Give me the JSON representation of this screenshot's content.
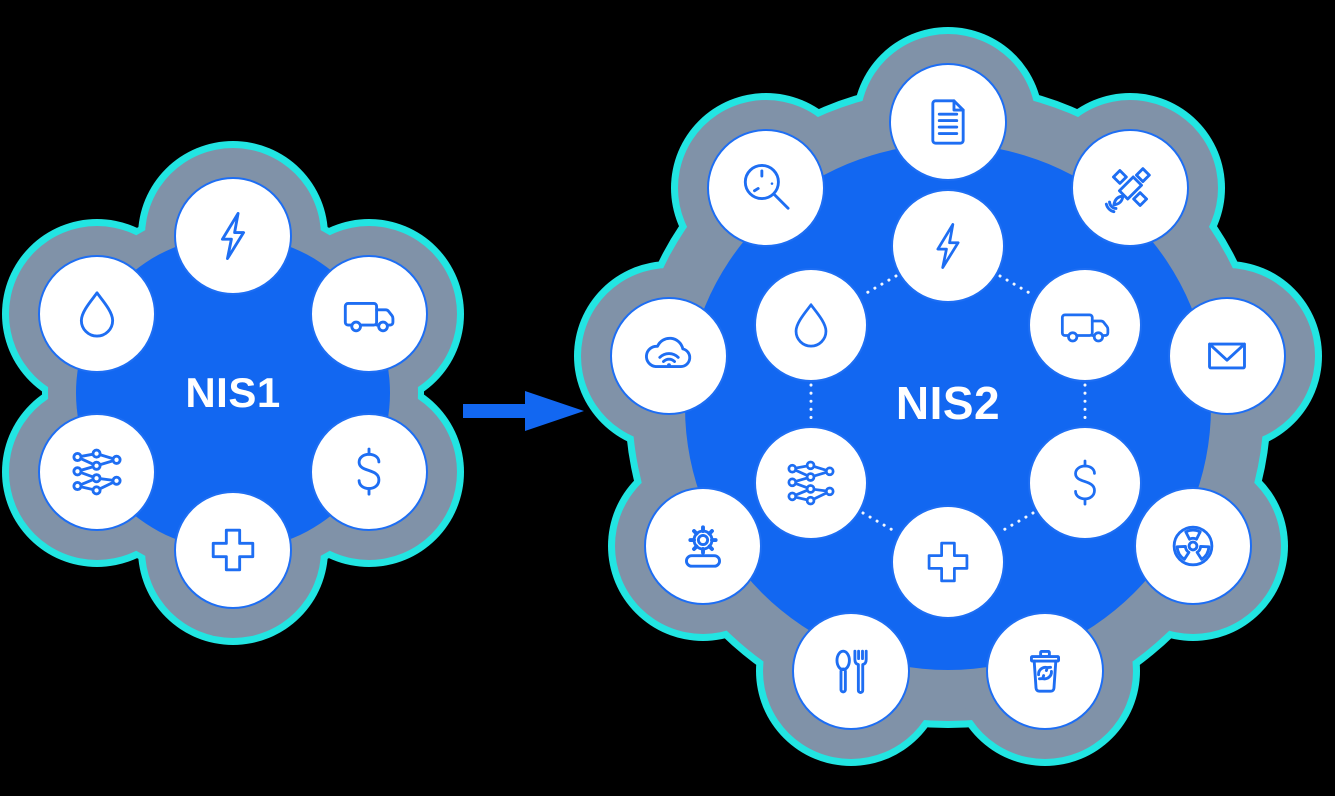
{
  "diagram": {
    "kind": "sector-expansion-comparison",
    "left_cluster": {
      "label": "NIS1",
      "sectors": [
        "energy",
        "water",
        "transport",
        "digital-infrastructure",
        "banking-finance",
        "health"
      ]
    },
    "right_cluster": {
      "label": "NIS2",
      "core_sectors": [
        "energy",
        "water",
        "transport",
        "digital-infrastructure",
        "banking-finance",
        "health"
      ],
      "added_sectors": [
        "public-administration-documents",
        "research",
        "space",
        "cloud-computing",
        "postal-courier",
        "manufacturing",
        "nuclear",
        "food",
        "waste-management"
      ]
    },
    "arrow": {
      "direction": "right",
      "meaning": "transition from NIS1 to NIS2"
    },
    "colors": {
      "background": "#000000",
      "core_blue": "#1267F1",
      "icon_stroke": "#1E6EF3",
      "blob_gray": "#8092A8",
      "glow_cyan": "#22E5E2",
      "circle_white": "#FFFFFF",
      "label_text": "#FFFFFF"
    }
  }
}
